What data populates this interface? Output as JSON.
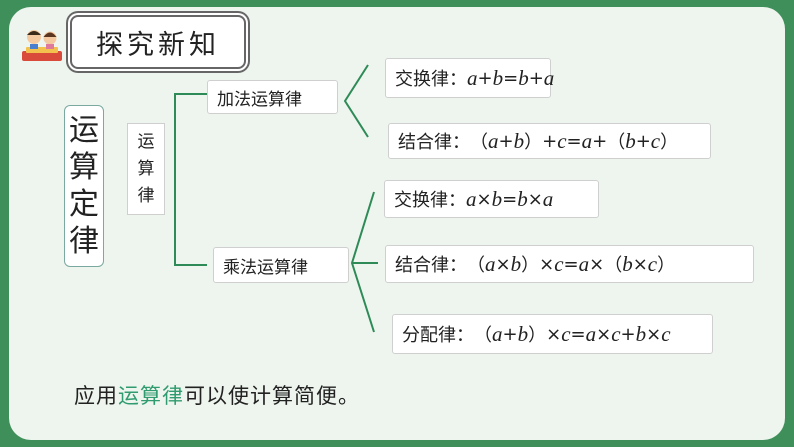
{
  "header": {
    "title": "探究新知",
    "logo_icon": "reading-children-icon"
  },
  "diagram": {
    "main_label": [
      "运",
      "算",
      "定",
      "律"
    ],
    "sub_label": [
      "运",
      "算",
      "律"
    ],
    "addition": {
      "label": "加法运算律",
      "commutative": {
        "name": "交换律：",
        "a": "a",
        "op1": "+",
        "b": "b",
        "eq": "=",
        "b2": "b",
        "op2": "+",
        "a2": "a"
      },
      "associative": {
        "name": "结合律：",
        "p1": "（",
        "a": "a",
        "op1": "+",
        "b": "b",
        "p2": "）",
        "op2": "+",
        "c": "c",
        "eq": "=",
        "a2": "a",
        "op3": "+",
        "p3": "（",
        "b2": "b",
        "op4": "+",
        "c2": "c",
        "p4": "）"
      }
    },
    "multiplication": {
      "label": "乘法运算律",
      "commutative": {
        "name": "交换律：",
        "a": "a",
        "op1": "×",
        "b": "b",
        "eq": "=",
        "b2": "b",
        "op2": "×",
        "a2": "a"
      },
      "associative": {
        "name": "结合律：",
        "p1": "（",
        "a": "a",
        "op1": "×",
        "b": "b",
        "p2": "）",
        "op2": "×",
        "c": "c",
        "eq": "=",
        "a2": "a",
        "op3": "×",
        "p3": "（",
        "b2": "b",
        "op4": "×",
        "c2": "c",
        "p4": "）"
      },
      "distributive": {
        "name": "分配律：",
        "p1": "（",
        "a": "a",
        "op1": "+",
        "b": "b",
        "p2": "）",
        "op2": "×",
        "c": "c",
        "eq": "=",
        "a2": "a",
        "op3": "×",
        "c2": "c",
        "op4": "+",
        "b2": "b",
        "op5": "×",
        "c3": "c"
      }
    }
  },
  "footer": {
    "prefix": "应用",
    "highlight": "运算律",
    "suffix": "可以使计算简便。"
  },
  "colors": {
    "background": "#3f8f5a",
    "slide": "#eef5ee",
    "highlight": "#2f9b6e",
    "connector": "#2e8b57"
  }
}
